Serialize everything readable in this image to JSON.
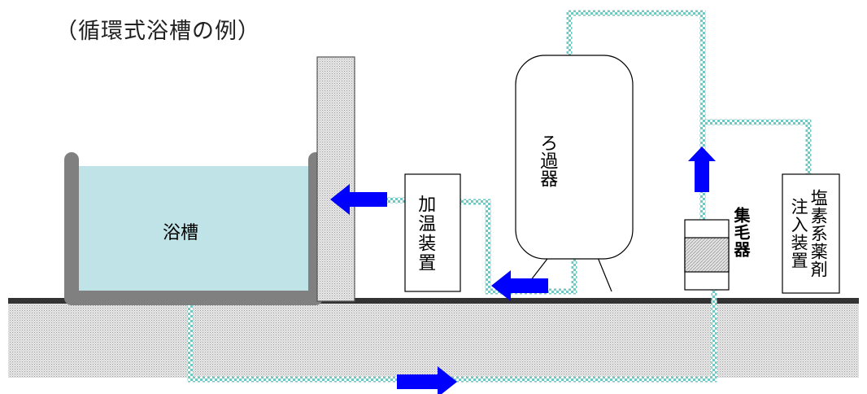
{
  "caption": "（循環式浴槽の例）",
  "labels": {
    "tub": "浴槽",
    "heater": "加温装置",
    "filter": "ろ過器",
    "hair_collector": "集毛器",
    "chlorine_injector": "塩素系薬剤注入装置"
  },
  "colors": {
    "pipe": "#6fc9c3",
    "arrow": "#0000ff",
    "water": "#bfe3e6",
    "tub_wall": "#808080",
    "ground": "#d3d3d3",
    "ground_line": "#333333"
  }
}
